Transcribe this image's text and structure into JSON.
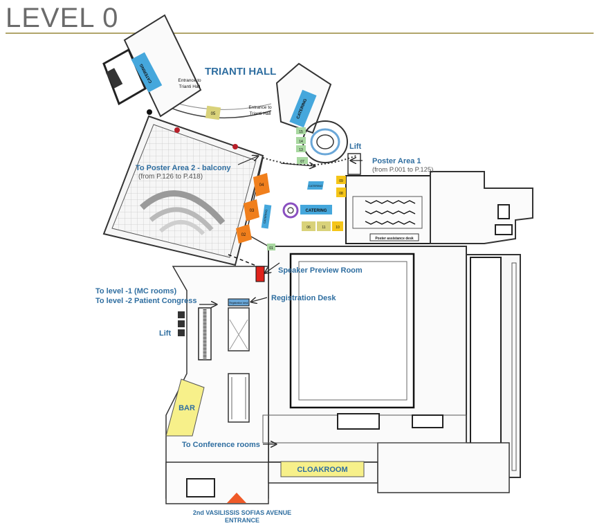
{
  "header": {
    "title": "LEVEL 0"
  },
  "labels": {
    "trianti_hall": "TRIANTI HALL",
    "entrance_trianti_1": [
      "Entrance to",
      "Trianti Hall"
    ],
    "entrance_trianti_2": [
      "Entrance to",
      "Trianti Hall"
    ],
    "poster_area_2": "To Poster Area 2 - balcony",
    "poster_area_2_range": "(from P.126 to P.418)",
    "poster_area_1": "Poster Area 1",
    "poster_area_1_range": "(from P.001 to P.125)",
    "poster_assistance": "Poster assistance desk",
    "lift_top": "Lift",
    "lift_left": "Lift",
    "speaker_preview": "Speaker Preview Room",
    "registration_desk": "Registration Desk",
    "registration_small": "Registration desk",
    "to_level_1": "To level -1 (MC rooms)",
    "to_level_2": "To level -2 Patient Congress",
    "bar": "BAR",
    "to_conference": "To Conference rooms",
    "cloakroom": "CLOAKROOM",
    "entrance_street": "2nd VASILISSIS SOFIAS AVENUE",
    "entrance": "ENTRANCE",
    "catering": "CATERING",
    "catering_left": "CATERING",
    "catering_right": "CATERING",
    "catering_small": "CATERING",
    "catering_vertical": "CATERING"
  },
  "booths": {
    "b01": "01",
    "b02": "02",
    "b03": "03",
    "b04": "04",
    "b05": "05",
    "b06": "06",
    "b07": "07",
    "b08": "08",
    "b09": "09",
    "b10": "10",
    "b11": "11",
    "b13": "13",
    "b14": "14",
    "b15": "15"
  },
  "colors": {
    "label_blue": "#2f6ea0",
    "catering_blue": "#45a7dc",
    "booth_orange": "#f07f1c",
    "booth_yellow": "#f5c518",
    "booth_khaki": "#d9d27a",
    "booth_green": "#a8d8a0",
    "bar_yellow": "#f7f08a",
    "speaker_red": "#e0231b",
    "entrance_arrow": "#ef5a28",
    "wall": "#333333",
    "title_gray": "#6b6b6b"
  }
}
